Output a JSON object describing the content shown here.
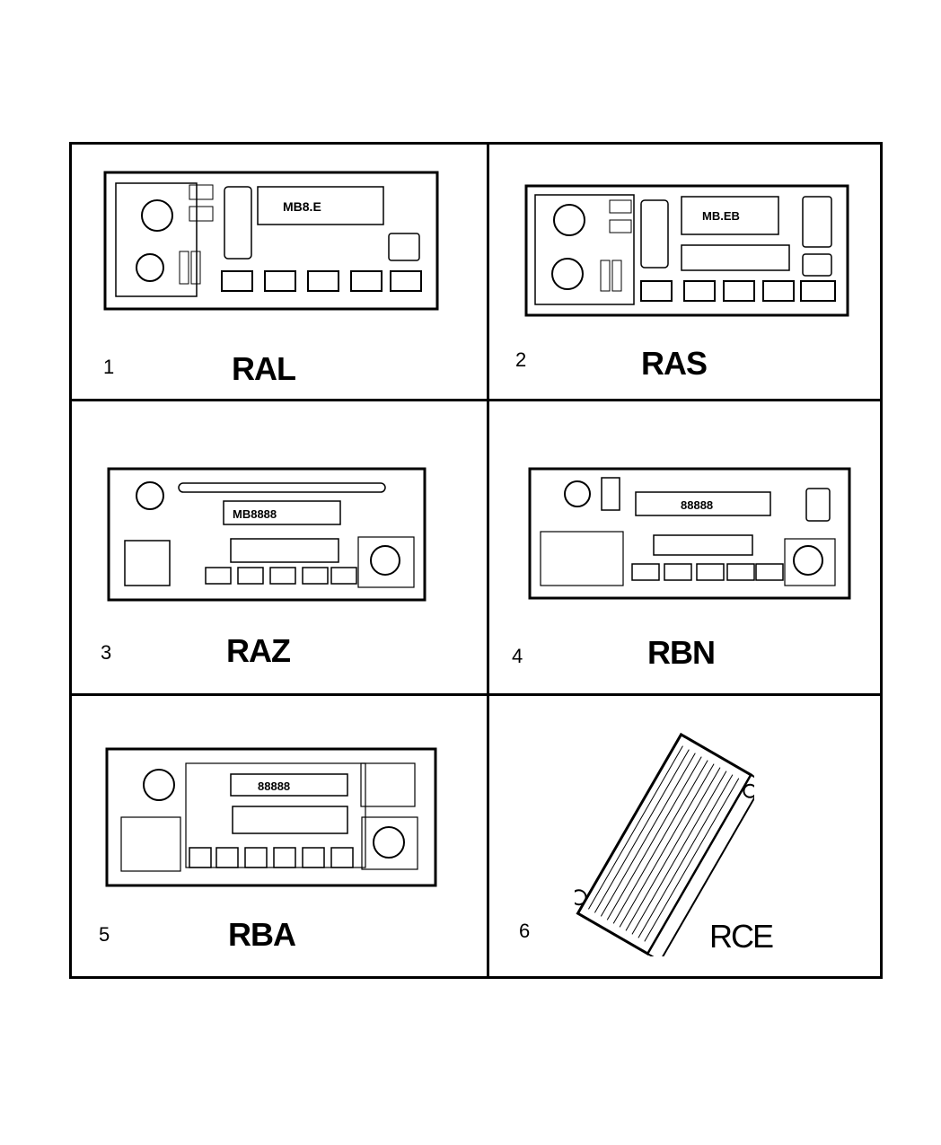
{
  "items": [
    {
      "number": "1",
      "code": "RAL",
      "display": "MB8.E"
    },
    {
      "number": "2",
      "code": "RAS",
      "display": "MB.EB"
    },
    {
      "number": "3",
      "code": "RAZ",
      "display": "MB8888"
    },
    {
      "number": "4",
      "code": "RBN",
      "display": "88888"
    },
    {
      "number": "5",
      "code": "RBA",
      "display": "88888"
    },
    {
      "number": "6",
      "code": "RCE",
      "display": ""
    }
  ]
}
